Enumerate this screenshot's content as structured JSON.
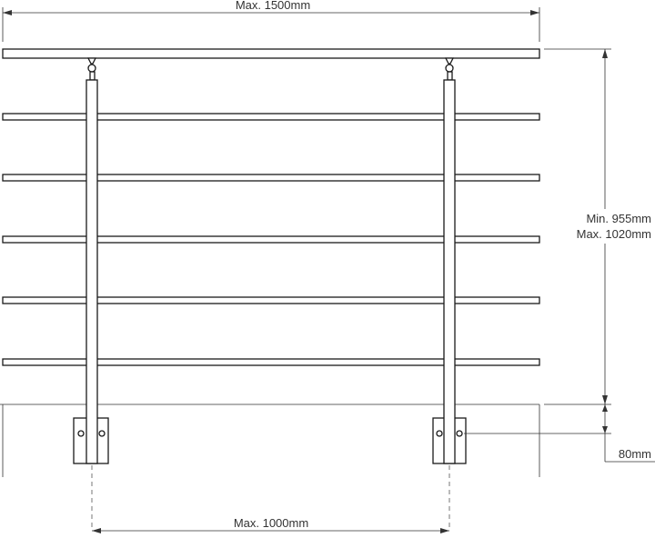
{
  "diagram": {
    "dimensions": {
      "top_width": "Max. 1500mm",
      "height_min": "Min. 955mm",
      "height_max": "Max. 1020mm",
      "base_height": "80mm",
      "post_spacing": "Max. 1000mm"
    },
    "components": {
      "handrail_count": 1,
      "infill_bar_count": 5,
      "post_count": 2,
      "base_plate_hole_count": 2
    },
    "colors": {
      "line": "#1a1a1a",
      "dimension": "#333333",
      "background": "#ffffff"
    }
  }
}
